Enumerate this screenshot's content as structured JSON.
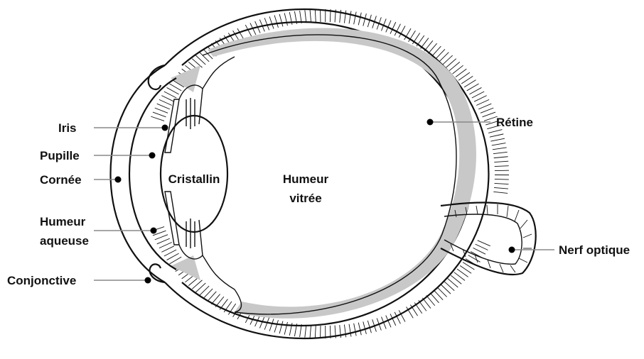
{
  "labels": {
    "iris": "Iris",
    "pupille": "Pupille",
    "cornee": "Cornée",
    "humeur_aqueuse_1": "Humeur",
    "humeur_aqueuse_2": "aqueuse",
    "conjonctive": "Conjonctive",
    "cristallin": "Cristallin",
    "humeur_vitree_1": "Humeur",
    "humeur_vitree_2": "vitrée",
    "retine": "Rétine",
    "nerf_optique": "Nerf optique"
  },
  "colors": {
    "ink": "#111111",
    "leader": "#888888",
    "choroid": "#c8c8c8"
  }
}
